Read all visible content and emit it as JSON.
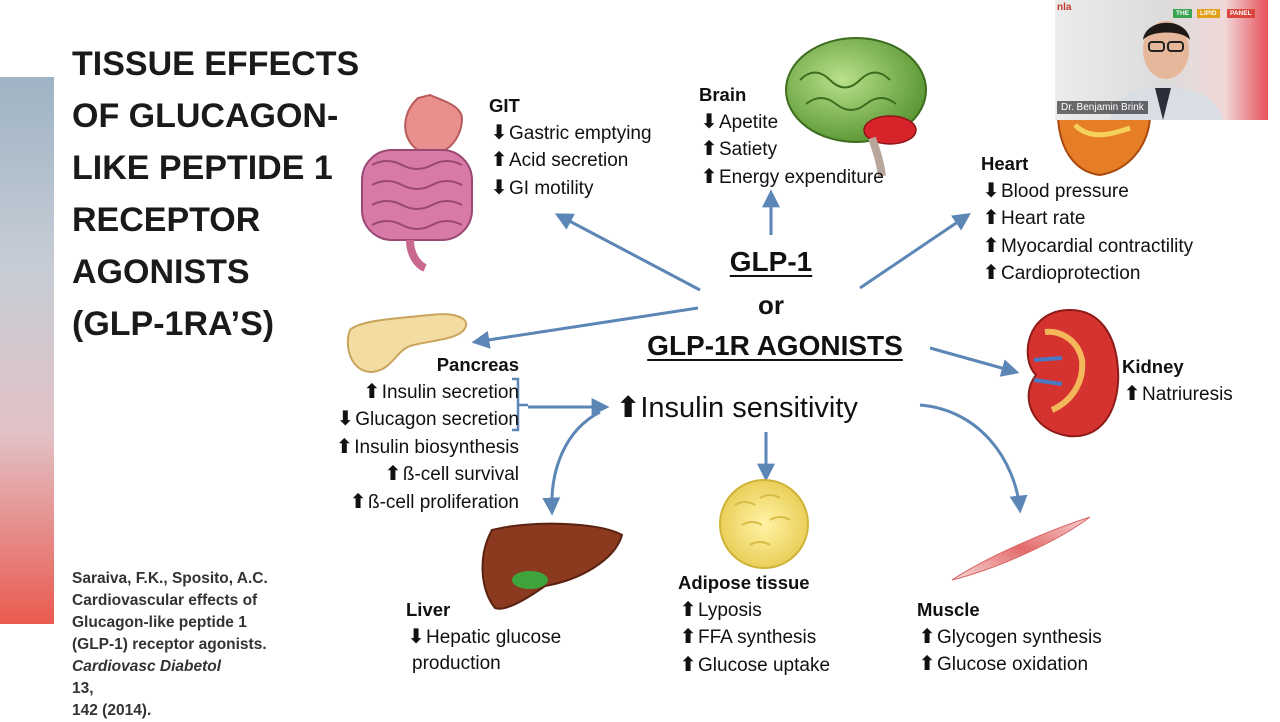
{
  "slide": {
    "title_lines": [
      "TISSUE EFFECTS",
      "OF GLUCAGON-",
      "LIKE PEPTIDE 1",
      "RECEPTOR",
      "AGONISTS",
      "(GLP-1RA’S)"
    ],
    "citation": {
      "line1": "Saraiva, F.K., Sposito, A.C.",
      "line2": "Cardiovascular effects of",
      "line3": "Glucagon-like peptide 1",
      "line4": "(GLP-1) receptor agonists.",
      "journal": "Cardiovasc Diabetol",
      "volume": " 13,",
      "line6": "142 (2014)."
    }
  },
  "center": {
    "line1": "GLP-1",
    "line2": "or",
    "line3": "GLP-1R AGONISTS"
  },
  "insulin_sensitivity": {
    "arrow": "up",
    "label": "Insulin sensitivity"
  },
  "git": {
    "title": "GIT",
    "effects": [
      {
        "arrow": "down",
        "text": "Gastric emptying"
      },
      {
        "arrow": "up",
        "text": "Acid secretion"
      },
      {
        "arrow": "down",
        "text": "GI motility"
      }
    ]
  },
  "brain": {
    "title": "Brain",
    "effects": [
      {
        "arrow": "down",
        "text": "Apetite"
      },
      {
        "arrow": "up",
        "text": "Satiety"
      },
      {
        "arrow": "up",
        "text": "Energy expenditure"
      }
    ]
  },
  "heart": {
    "title": "Heart",
    "effects": [
      {
        "arrow": "down",
        "text": "Blood pressure"
      },
      {
        "arrow": "up",
        "text": "Heart rate"
      },
      {
        "arrow": "up",
        "text": "Myocardial contractility"
      },
      {
        "arrow": "up",
        "text": "Cardioprotection"
      }
    ]
  },
  "kidney": {
    "title": "Kidney",
    "effects": [
      {
        "arrow": "up",
        "text": "Natriuresis"
      }
    ]
  },
  "pancreas": {
    "title": "Pancreas",
    "effects": [
      {
        "arrow": "up",
        "text": "Insulin secretion"
      },
      {
        "arrow": "down",
        "text": "Glucagon secretion"
      },
      {
        "arrow": "up",
        "text": "Insulin biosynthesis"
      },
      {
        "arrow": "up",
        "text": "ß-cell survival"
      },
      {
        "arrow": "up",
        "text": "ß-cell proliferation"
      }
    ]
  },
  "liver": {
    "title": "Liver",
    "effects": [
      {
        "arrow": "down",
        "text": "Hepatic glucose"
      }
    ],
    "continuation": "production"
  },
  "adipose": {
    "title": "Adipose tissue",
    "effects": [
      {
        "arrow": "up",
        "text": "Lyposis"
      },
      {
        "arrow": "up",
        "text": "FFA synthesis"
      },
      {
        "arrow": "up",
        "text": "Glucose uptake"
      }
    ]
  },
  "muscle": {
    "title": "Muscle",
    "effects": [
      {
        "arrow": "up",
        "text": "Glycogen synthesis"
      },
      {
        "arrow": "up",
        "text": "Glucose oxidation"
      }
    ]
  },
  "video": {
    "speaker_name": "Dr. Benjamin Brink",
    "logo_text": "nla",
    "tags": [
      "THE",
      "LIPID",
      "PANEL"
    ]
  },
  "colors": {
    "arrow": "#5b86b5",
    "accent_red": "#e8505a",
    "sidebar_top": "#9eb3c4"
  },
  "icons": {
    "up": "🡅",
    "down": "🡇"
  }
}
